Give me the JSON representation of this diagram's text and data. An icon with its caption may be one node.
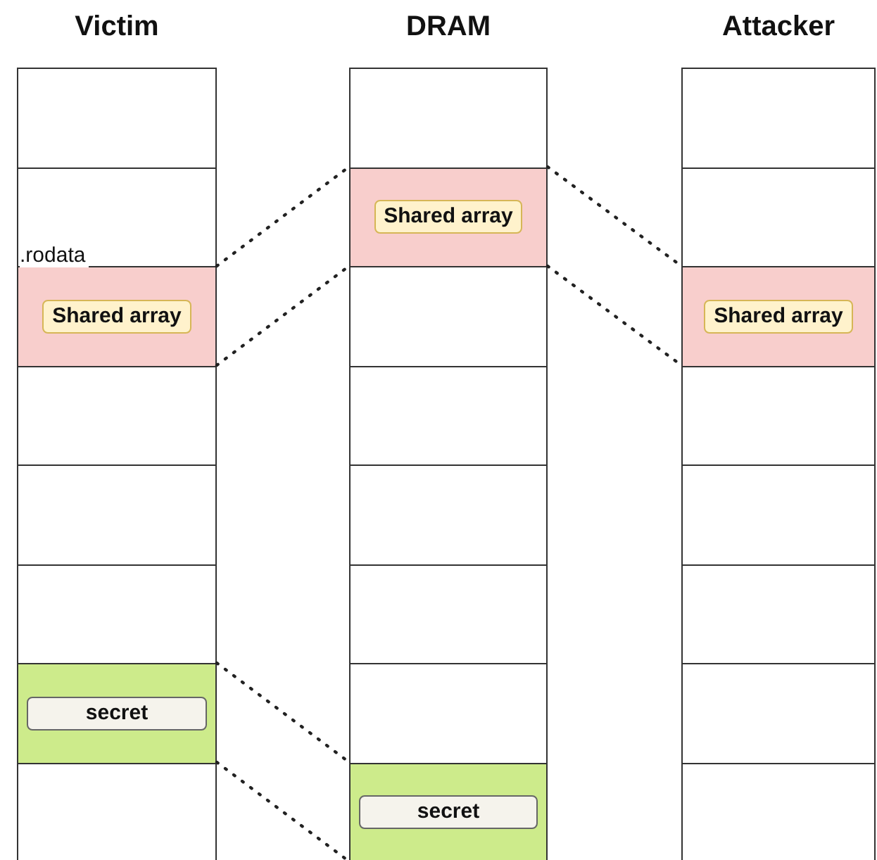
{
  "diagram": {
    "nodes": [
      {
        "text": [],
        "shape": "box"
      },
      {
        "text": [],
        "shape": "box"
      },
      {
        "text": [],
        "shape": "box",
        "beside": [
          ".rodata"
        ]
      },
      {
        "text": [
          "Shared array"
        ],
        "in": 2
      },
      {
        "text": [],
        "shape": "box"
      },
      {
        "text": [],
        "shape": "box"
      },
      {
        "text": [],
        "shape": "box"
      },
      {
        "text": [],
        "shape": "box"
      },
      {
        "text": [
          "secret"
        ],
        "in": 7
      },
      {
        "text": [],
        "shape": "box"
      },
      {
        "text": [],
        "shape": "box"
      },
      {
        "text": [],
        "shape": "box"
      },
      {
        "text": [
          "Shared array"
        ],
        "in": 11
      },
      {
        "text": [],
        "shape": "box"
      },
      {
        "text": [],
        "shape": "box"
      },
      {
        "text": [],
        "shape": "box"
      },
      {
        "text": [],
        "shape": "box"
      },
      {
        "text": [],
        "shape": "box"
      },
      {
        "text": [],
        "shape": "box"
      },
      {
        "text": [
          "secret"
        ],
        "in": 18
      },
      {
        "text": [],
        "shape": "box"
      },
      {
        "text": [],
        "shape": "box"
      },
      {
        "text": [],
        "shape": "box"
      },
      {
        "text": [
          "Shared array"
        ],
        "in": 22
      },
      {
        "text": [],
        "shape": "box"
      },
      {
        "text": [],
        "shape": "box"
      },
      {
        "text": [],
        "shape": "box"
      },
      {
        "text": [],
        "shape": "box"
      },
      {
        "text": [],
        "shape": "box"
      }
    ],
    "edges": [
      {
        "from": 2,
        "to": 11,
        "arrow": "none",
        "style": "dashed"
      },
      {
        "from": 2,
        "to": 11,
        "arrow": "none",
        "style": "dashed"
      },
      {
        "from": 11,
        "to": 22,
        "arrow": "none",
        "style": "dashed"
      },
      {
        "from": 11,
        "to": 22,
        "arrow": "none",
        "style": "dashed"
      },
      {
        "from": 7,
        "to": 18,
        "arrow": "none",
        "style": "dashed"
      },
      {
        "from": 7,
        "to": 18,
        "arrow": "none",
        "style": "dashed"
      }
    ],
    "labels": [
      "Victim",
      "DRAM",
      "Attacker"
    ]
  }
}
